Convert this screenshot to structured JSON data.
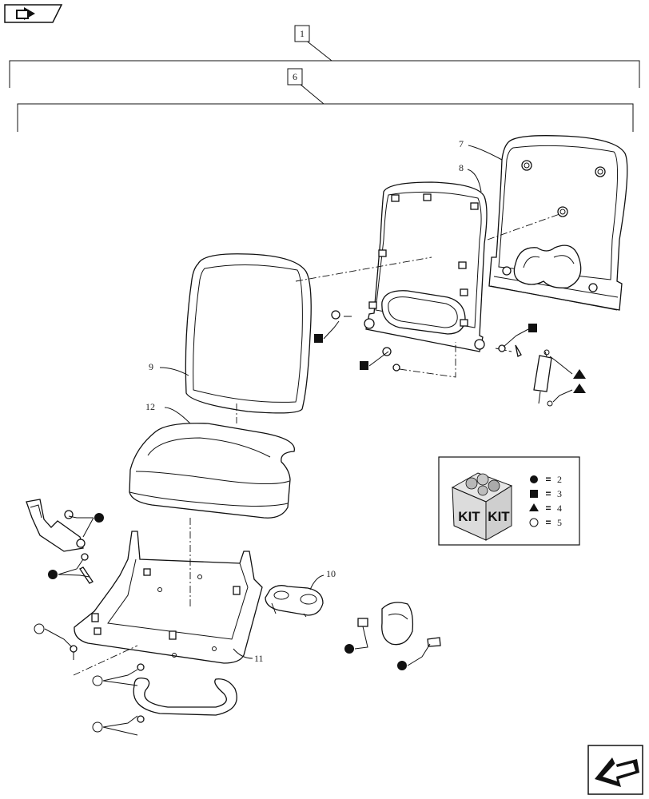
{
  "nav": {
    "top_button_icon": "book-arrow-icon",
    "bottom_button_icon": "arrow-down-left-icon"
  },
  "callouts": {
    "assembly": "1",
    "subassembly": "6",
    "rear_cover": "7",
    "back_frame": "8",
    "back_cushion": "9",
    "cup_holder": "10",
    "seat_pan": "11",
    "seat_cushion": "12"
  },
  "kit_legend": {
    "box_words": [
      "KIT",
      "KIT"
    ],
    "items": [
      {
        "symbol": "filled-circle",
        "value": "2"
      },
      {
        "symbol": "filled-square",
        "value": "3"
      },
      {
        "symbol": "filled-triangle",
        "value": "4"
      },
      {
        "symbol": "open-circle",
        "value": "5"
      }
    ],
    "equals": "="
  }
}
